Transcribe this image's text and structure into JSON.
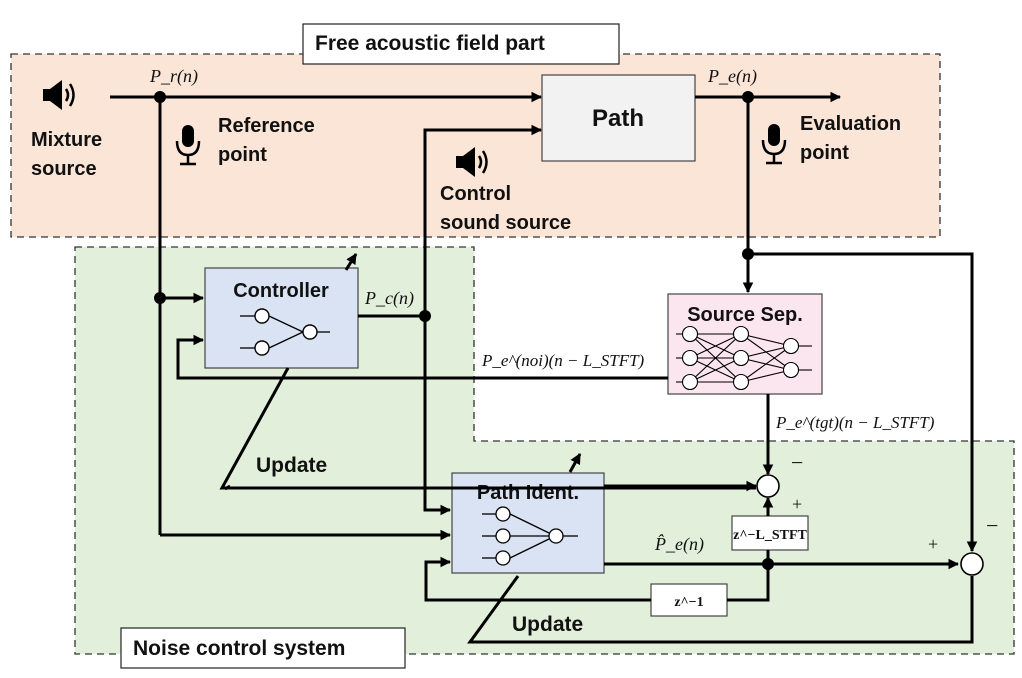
{
  "regions": {
    "free_field": "Free acoustic field part",
    "noise_control": "Noise control system"
  },
  "blocks": {
    "path": "Path",
    "controller": "Controller",
    "source_sep": "Source Sep.",
    "path_ident": "Path Ident."
  },
  "labels": {
    "mixture_source": [
      "Mixture",
      "source"
    ],
    "reference_point": [
      "Reference",
      "point"
    ],
    "evaluation_point": [
      "Evaluation",
      "point"
    ],
    "control_sound_source": [
      "Control",
      "sound source"
    ],
    "update_top": "Update",
    "update_bottom": "Update"
  },
  "signals": {
    "pr": "P_r(n)",
    "pe": "P_e(n)",
    "pc": "P_c(n)",
    "pe_noi": "P_e^(noi)(n − L_STFT)",
    "pe_tgt": "P_e^(tgt)(n − L_STFT)",
    "pe_hat": "P̂_e(n)",
    "delay_stft": "z^−L_STFT",
    "delay_one": "z^−1"
  },
  "signs": {
    "s1_minus": "−",
    "s1_plus": "+",
    "s2_plus": "+",
    "s2_minus": "−"
  },
  "icons": [
    "speaker-icon",
    "microphone-icon",
    "neural-network-icon"
  ],
  "colors": {
    "free_field_bg": "#fbe5d6",
    "noise_control_bg": "#e2efda",
    "path_block": "#f2f2f2",
    "controller_block": "#dae3f3",
    "source_sep_block": "#fbe5ee",
    "path_ident_block": "#dae3f3"
  }
}
